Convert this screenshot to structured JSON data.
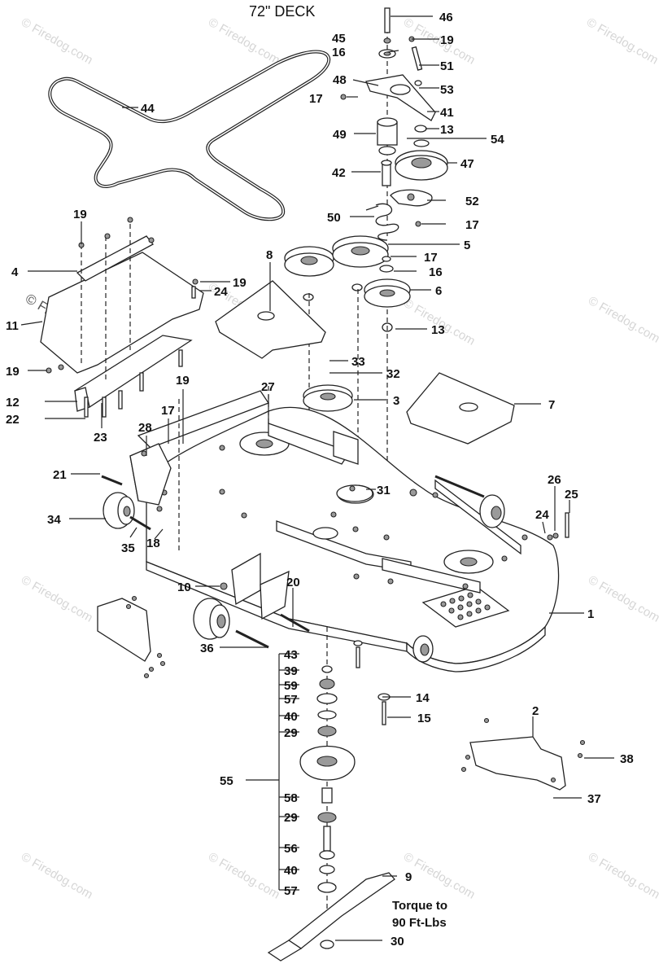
{
  "title": "72\" DECK",
  "watermark": "© Firedog.com",
  "torque_note": {
    "line1": "Torque to",
    "line2": "90 Ft-Lbs"
  },
  "callouts": {
    "c46": "46",
    "c45": "45",
    "c19a": "19",
    "c16a": "16",
    "c51": "51",
    "c48": "48",
    "c53": "53",
    "c17a": "17",
    "c41": "41",
    "c49": "49",
    "c13a": "13",
    "c54": "54",
    "c44": "44",
    "c42": "42",
    "c47": "47",
    "c52": "52",
    "c50": "50",
    "c17b": "17",
    "c19b": "19",
    "c4": "4",
    "c8": "8",
    "c5": "5",
    "c17c": "17",
    "c16b": "16",
    "c6": "6",
    "c19c": "19",
    "c24a": "24",
    "c11": "11",
    "c13b": "13",
    "c33": "33",
    "c32": "32",
    "c19d": "19",
    "c19e": "19",
    "c27": "27",
    "c3": "3",
    "c7": "7",
    "c12": "12",
    "c22": "22",
    "c23": "23",
    "c17d": "17",
    "c28": "28",
    "c21": "21",
    "c31": "31",
    "c26": "26",
    "c24b": "24",
    "c25": "25",
    "c34": "34",
    "c35": "35",
    "c18": "18",
    "c10": "10",
    "c20": "20",
    "c1": "1",
    "c36": "36",
    "c43": "43",
    "c39": "39",
    "c59": "59",
    "c57a": "57",
    "c40a": "40",
    "c29a": "29",
    "c14": "14",
    "c15": "15",
    "c2": "2",
    "c38": "38",
    "c55": "55",
    "c37": "37",
    "c58": "58",
    "c29b": "29",
    "c56": "56",
    "c40b": "40",
    "c9": "9",
    "c57b": "57",
    "c30": "30"
  }
}
